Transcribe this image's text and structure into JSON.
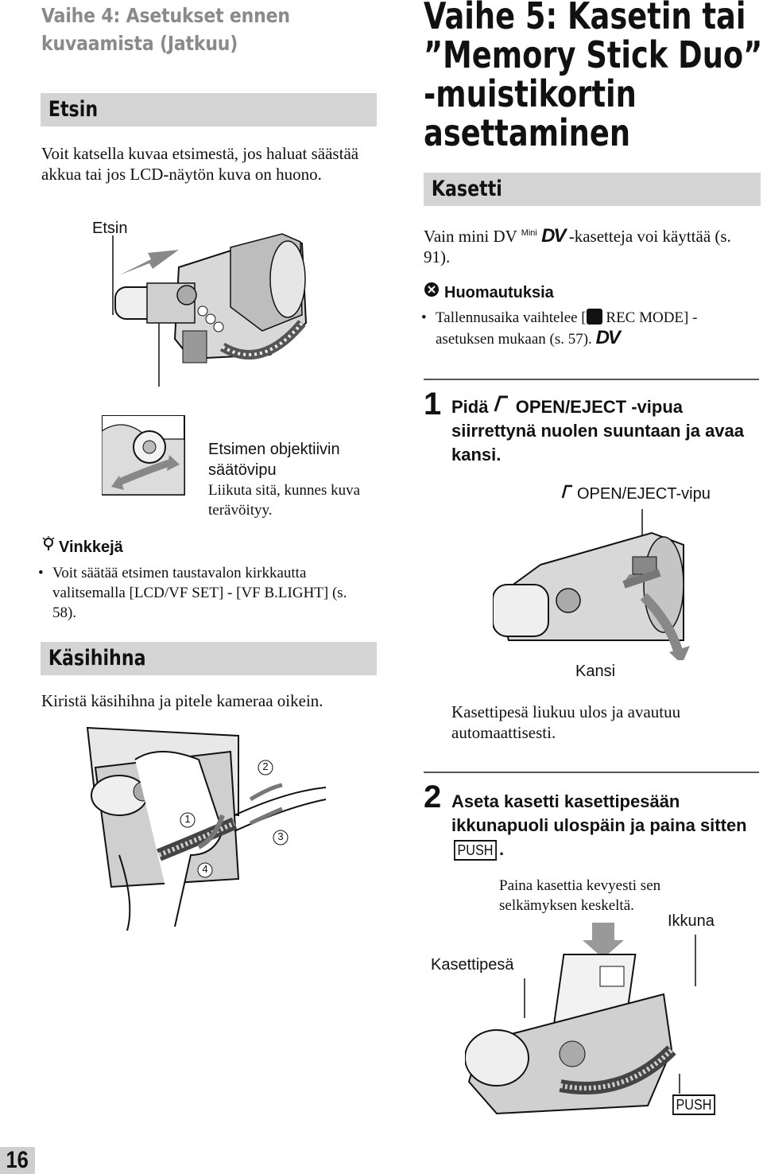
{
  "left": {
    "running_head_line1": "Vaihe 4: Asetukset ennen",
    "running_head_line2": "kuvaamista (Jatkuu)",
    "etsin_section": {
      "heading": "Etsin",
      "body": "Voit katsella kuvaa etsimestä, jos haluat säästää akkua tai jos LCD-näytön kuva on huono.",
      "label_viewfinder": "Etsin",
      "label_lever_line1": "Etsimen objektiivin",
      "label_lever_line2": "säätövipu",
      "lever_desc": "Liikuta sitä, kunnes kuva terävöityy."
    },
    "tips": {
      "heading": "Vinkkejä",
      "item": "Voit säätää etsimen taustavalon kirkkautta valitsemalla [LCD/VF SET] - [VF B.LIGHT] (s. 58)."
    },
    "strap_section": {
      "heading": "Käsihihna",
      "body": "Kiristä käsihihna ja pitele kameraa oikein.",
      "step_markers": [
        "1",
        "2",
        "3",
        "4"
      ]
    }
  },
  "right": {
    "title_line1": "Vaihe 5: Kasetin tai",
    "title_line2": "”Memory Stick Duo”",
    "title_line3": "-muistikortin",
    "title_line4": "asettaminen",
    "cassette_section": {
      "heading": "Kasetti",
      "body_before": "Vain mini DV",
      "mini_label": "Mini",
      "dv_logo": "DV",
      "body_after": "-kasetteja voi käyttää (s. 91)."
    },
    "notes": {
      "heading": "Huomautuksia",
      "item_before": "Tallennusaika vaihtelee [",
      "item_after": " REC MODE] -asetuksen mukaan (s. 57).",
      "dv_logo": "DV"
    },
    "step1": {
      "number": "1",
      "text_before": "Pidä",
      "text_after": "OPEN/EJECT -vipua siirrettynä nuolen suuntaan ja avaa kansi.",
      "label_lever": "OPEN/EJECT-vipu",
      "label_lid": "Kansi",
      "desc": "Kasettipesä liukuu ulos ja avautuu automaattisesti."
    },
    "step2": {
      "number": "2",
      "text_before": "Aseta kasetti kasettipesään ikkunapuoli ulospäin ja paina sitten",
      "push_label": "PUSH",
      "text_after": ".",
      "desc": "Paina kasettia kevyesti sen selkämyksen keskeltä.",
      "label_window": "Ikkuna",
      "label_compartment": "Kasettipesä",
      "push_marker": "PUSH"
    }
  },
  "page_number": "16",
  "colors": {
    "bar_gray": "#d4d4d4",
    "running_head_gray": "#8a8a8a",
    "text": "#111111"
  }
}
